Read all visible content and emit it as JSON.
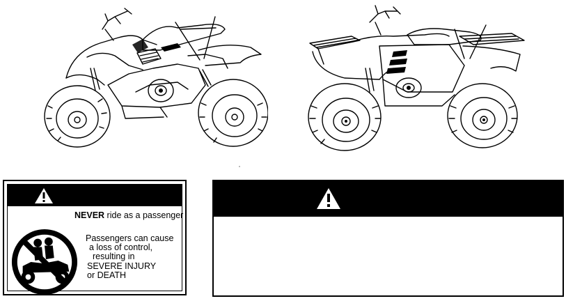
{
  "illustrations": {
    "left_atv": "sport-atv-line-drawing",
    "right_atv": "utility-atv-line-drawing"
  },
  "decal_left": {
    "icon": "warning-triangle-icon",
    "never_word": "NEVER",
    "never_rest": " ride as a passenger",
    "lines": [
      "Passengers can cause",
      "a loss of control,",
      "resulting in",
      "SEVERE  INJURY",
      "or DEATH"
    ],
    "symbol": "no-passenger-icon"
  },
  "decal_right": {
    "icon": "warning-triangle-icon"
  },
  "colors": {
    "ink": "#000000",
    "paper": "#ffffff"
  }
}
